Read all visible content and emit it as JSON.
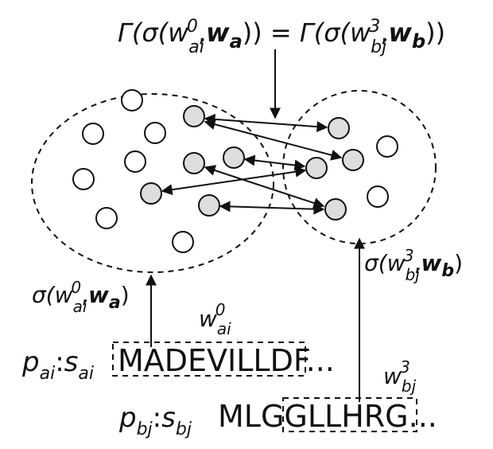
{
  "top_equation": {
    "lhs_prefix": "Γ(σ(w",
    "lhs_sup": "0",
    "lhs_sub": "ai",
    "lhs_vec": "w",
    "lhs_vec_sub": "a",
    "lhs_close": ")) = ",
    "rhs_prefix": "Γ(σ(w",
    "rhs_sup": "3",
    "rhs_sub": "bj",
    "rhs_vec": "w",
    "rhs_vec_sub": "b",
    "rhs_close": "))"
  },
  "label_a": {
    "prefix": "σ(w",
    "sup": "0",
    "sub": "ai",
    "vec": "w",
    "vec_sub": "a",
    "close": ")"
  },
  "label_b": {
    "prefix": "σ(w",
    "sup": "3",
    "sub": "bj",
    "vec": "w",
    "vec_sub": "b",
    "close": ")"
  },
  "window_a": {
    "base": "w",
    "sup": "0",
    "sub": "ai"
  },
  "window_b": {
    "base": "w",
    "sup": "3",
    "sub": "bj"
  },
  "protein_a": {
    "p": "p",
    "p_sub": "ai",
    "colon": ":",
    "s": "s",
    "s_sub": "ai",
    "prefix_seq": "",
    "window_seq": "MADEVILLDF",
    "ellipsis": "..."
  },
  "protein_b": {
    "p": "p",
    "p_sub": "bj",
    "colon": ":",
    "s": "s",
    "s_sub": "bj",
    "prefix_seq": "MLG",
    "window_seq": "GLLHRG",
    "ellipsis": "..."
  },
  "colors": {
    "stroke": "#111111",
    "node_fill_active": "#dddddd",
    "node_fill_idle": "#ffffff"
  }
}
